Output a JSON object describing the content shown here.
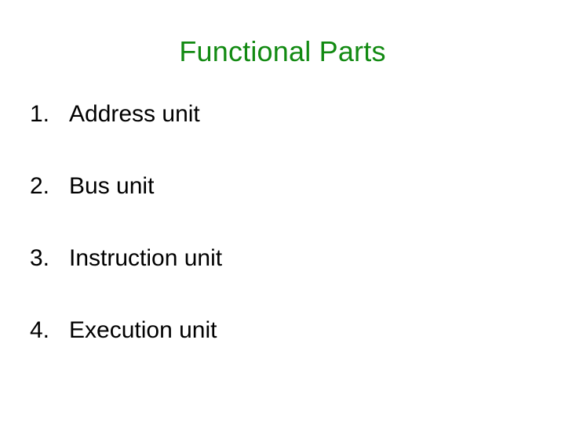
{
  "slide": {
    "background_color": "#ffffff",
    "title": "Functional Parts",
    "title_color": "#128a12",
    "body_color": "#000000",
    "items": [
      {
        "number": "1.",
        "label": "Address unit"
      },
      {
        "number": "2.",
        "label": "Bus unit"
      },
      {
        "number": "3.",
        "label": "Instruction unit"
      },
      {
        "number": "4.",
        "label": "Execution unit"
      }
    ]
  }
}
